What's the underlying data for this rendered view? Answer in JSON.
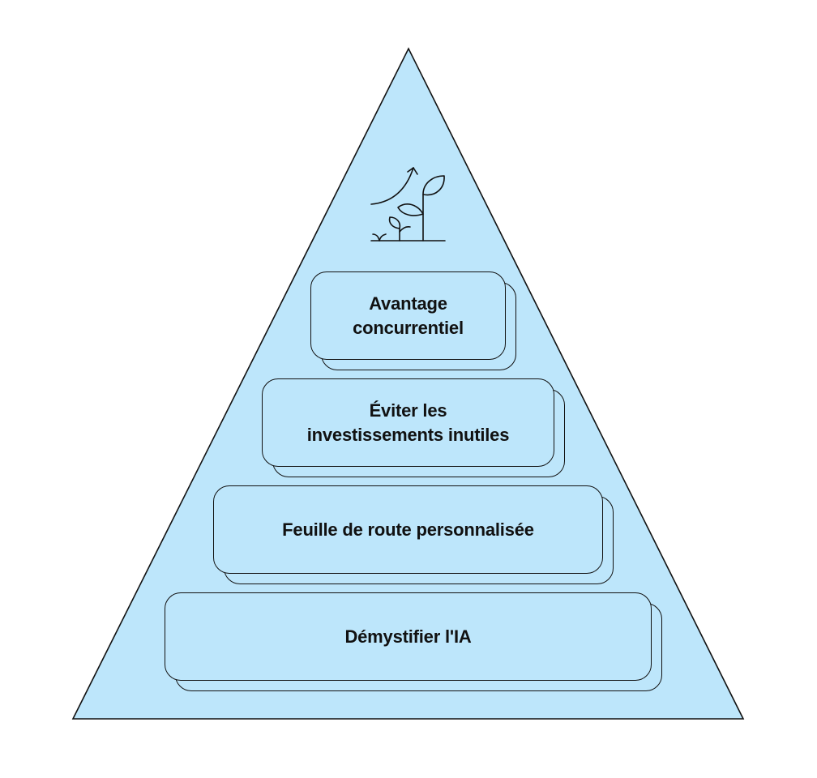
{
  "colors": {
    "pyramid_fill": "#bde6fb",
    "card_fill": "#bde6fb",
    "outline": "#111111",
    "text": "#111111",
    "background": "#ffffff"
  },
  "icon": "growing-plants-with-upward-arrow-icon",
  "tiers": [
    {
      "label": "Avantage\nconcurrentiel"
    },
    {
      "label": "Éviter les\ninvestissements inutiles"
    },
    {
      "label": "Feuille de route personnalisée"
    },
    {
      "label": "Démystifier l'IA"
    }
  ]
}
